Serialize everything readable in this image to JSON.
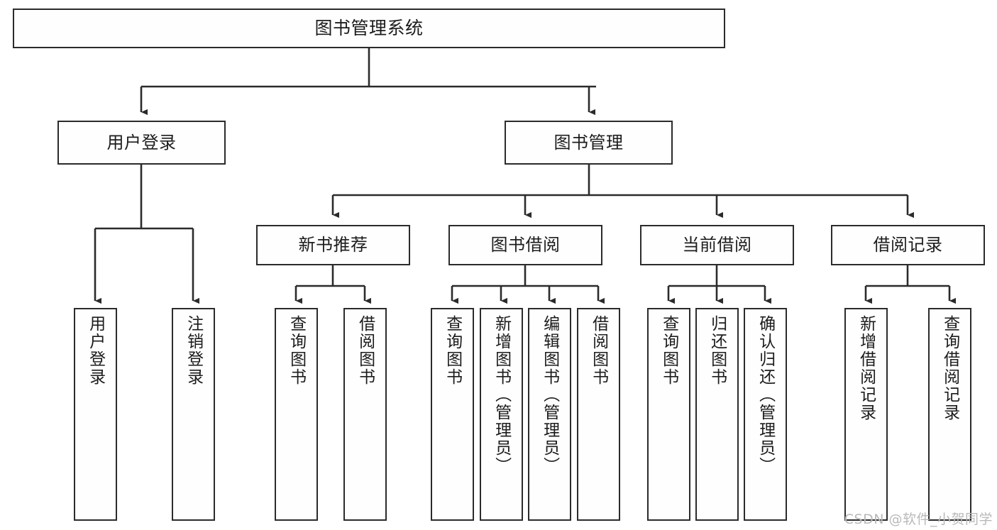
{
  "diagram": {
    "type": "tree-hierarchy-flowchart",
    "title": "图书管理系统",
    "watermark": "CSDN @软件_小贺同学",
    "colors": {
      "background": "#ffffff",
      "node_fill": "#fefefe",
      "node_border": "#2b2b2b",
      "connector": "#2b2b2b",
      "watermark": "#b9b9b9"
    },
    "levels": {
      "root": {
        "label": "图书管理系统"
      },
      "level2": [
        {
          "id": "user-login",
          "label": "用户登录"
        },
        {
          "id": "book-management",
          "label": "图书管理"
        }
      ],
      "level3": [
        {
          "id": "new-book-recommend",
          "label": "新书推荐",
          "parent": "book-management"
        },
        {
          "id": "book-borrow",
          "label": "图书借阅",
          "parent": "book-management"
        },
        {
          "id": "current-borrow",
          "label": "当前借阅",
          "parent": "book-management"
        },
        {
          "id": "borrow-record",
          "label": "借阅记录",
          "parent": "book-management"
        }
      ],
      "leaves": [
        {
          "id": "leaf-user-login",
          "label": "用户登录",
          "parent": "user-login"
        },
        {
          "id": "leaf-logout",
          "label": "注销登录",
          "parent": "user-login"
        },
        {
          "id": "leaf-query-book-1",
          "label": "查询图书",
          "parent": "new-book-recommend"
        },
        {
          "id": "leaf-borrow-book-1",
          "label": "借阅图书",
          "parent": "new-book-recommend"
        },
        {
          "id": "leaf-query-book-2",
          "label": "查询图书",
          "parent": "book-borrow"
        },
        {
          "id": "leaf-add-book",
          "label": "新增图书（管理员）",
          "parent": "book-borrow"
        },
        {
          "id": "leaf-edit-book",
          "label": "编辑图书（管理员）",
          "parent": "book-borrow"
        },
        {
          "id": "leaf-borrow-book-2",
          "label": "借阅图书",
          "parent": "book-borrow"
        },
        {
          "id": "leaf-query-book-3",
          "label": "查询图书",
          "parent": "current-borrow"
        },
        {
          "id": "leaf-return-book",
          "label": "归还图书",
          "parent": "current-borrow"
        },
        {
          "id": "leaf-confirm-return",
          "label": "确认归还（管理员）",
          "parent": "current-borrow"
        },
        {
          "id": "leaf-add-record",
          "label": "新增借阅记录",
          "parent": "borrow-record"
        },
        {
          "id": "leaf-query-record",
          "label": "查询借阅记录",
          "parent": "borrow-record"
        }
      ]
    }
  }
}
